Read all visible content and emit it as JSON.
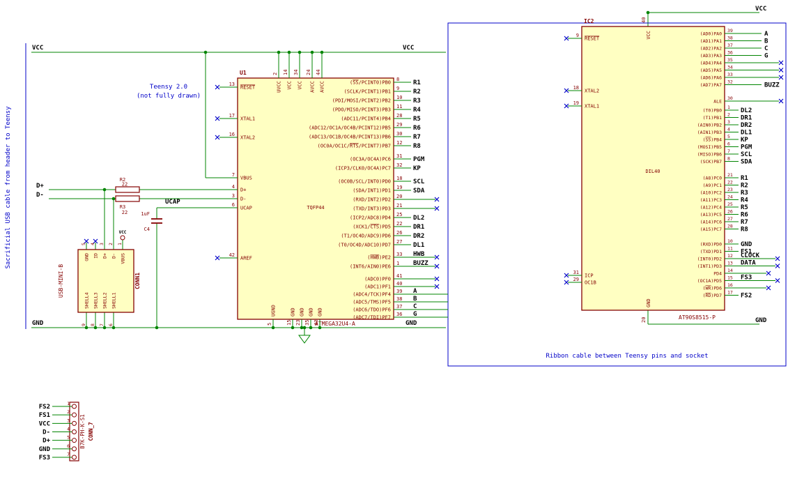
{
  "colors": {
    "wire": "#008400",
    "component": "#840000",
    "body_fill": "#ffffc2",
    "label": "#000000",
    "note": "#0000c8",
    "nc": "#0000c8"
  },
  "notes": {
    "left_vertical": "Sacrificial USB cable from header to Teensy",
    "teensy_line1": "Teensy 2.0",
    "teensy_line2": "(not fully drawn)",
    "ribbon": "Ribbon cable between Teensy pins and socket"
  },
  "net_labels": {
    "vcc": "VCC",
    "gnd": "GND",
    "dplus": "D+",
    "dminus": "D-",
    "ucap": "UCAP"
  },
  "u1": {
    "ref": "U1",
    "value": "TQFP44",
    "part": "ATMEGA32U4-A",
    "left_pins": [
      {
        "num": "13",
        "name": "~RESET~",
        "nc": true
      },
      {
        "num": "17",
        "name": "XTAL1",
        "nc": true
      },
      {
        "num": "16",
        "name": "XTAL2",
        "nc": true
      },
      {
        "num": "7",
        "name": "VBUS"
      },
      {
        "num": "4",
        "name": "D+"
      },
      {
        "num": "3",
        "name": "D-"
      },
      {
        "num": "6",
        "name": "UCAP"
      },
      {
        "num": "42",
        "name": "AREF",
        "nc": true
      }
    ],
    "top_pins": [
      {
        "num": "2",
        "name": "UVCC"
      },
      {
        "num": "14",
        "name": "VCC"
      },
      {
        "num": "34",
        "name": "VCC"
      },
      {
        "num": "24",
        "name": "AVCC"
      },
      {
        "num": "44",
        "name": "AVCC"
      }
    ],
    "bottom_pins": [
      {
        "num": "5",
        "name": "UGND"
      },
      {
        "num": "15",
        "name": "GND"
      },
      {
        "num": "23",
        "name": "GND"
      },
      {
        "num": "35",
        "name": "GND"
      },
      {
        "num": "43",
        "name": "GND"
      }
    ],
    "right_groups": [
      {
        "pins": [
          {
            "num": "8",
            "name": "(~SS~/PCINT0)PB0",
            "label": "R1"
          },
          {
            "num": "9",
            "name": "(SCLK/PCINT1)PB1",
            "label": "R2"
          },
          {
            "num": "10",
            "name": "(PDI/MOSI/PCINT2)PB2",
            "label": "R3"
          },
          {
            "num": "11",
            "name": "(PDO/MISO/PCINT3)PB3",
            "label": "R4"
          },
          {
            "num": "28",
            "name": "(ADC11/PCINT4)PB4",
            "label": "R5"
          },
          {
            "num": "29",
            "name": "(ADC12/OC1A/OC4B/PCINT12)PB5",
            "label": "R6"
          },
          {
            "num": "30",
            "name": "(ADC13/OC1B/OC4B/PCINT13)PB6",
            "label": "R7"
          },
          {
            "num": "12",
            "name": "(OC0A/OC1C/~RTS~/PCINT7)PB7",
            "label": "R8"
          }
        ]
      },
      {
        "pins": [
          {
            "num": "31",
            "name": "(OC3A/OC4A)PC6",
            "label": "PGM"
          },
          {
            "num": "32",
            "name": "(ICP3/CLK0/OC4A)PC7",
            "label": "KP"
          }
        ]
      },
      {
        "pins": [
          {
            "num": "18",
            "name": "(OC0B/SCL/INT0)PD0",
            "label": "SCL"
          },
          {
            "num": "19",
            "name": "(SDA/INT1)PD1",
            "label": "SDA"
          },
          {
            "num": "20",
            "name": "(RXD/INT2)PD2",
            "nc": true
          },
          {
            "num": "21",
            "name": "(TXD/INT3)PD3",
            "nc": true
          },
          {
            "num": "25",
            "name": "(ICP2/ADC8)PD4",
            "label": "DL2"
          },
          {
            "num": "22",
            "name": "(XCK1/~CTS~)PD5",
            "label": "DR1"
          },
          {
            "num": "26",
            "name": "(T1/OC4D/ADC9)PD6",
            "label": "DR2"
          },
          {
            "num": "27",
            "name": "(T0/OC4D/ADC10)PD7",
            "label": "DL1"
          }
        ]
      },
      {
        "pins": [
          {
            "num": "33",
            "name": "(~HWB~)PE2",
            "label": "HWB",
            "nc": true
          },
          {
            "num": "1",
            "name": "(INT6/AIN0)PE6",
            "label": "BUZZ",
            "nc": true
          }
        ]
      },
      {
        "pins": [
          {
            "num": "41",
            "name": "(ADC0)PF0",
            "nc": true
          },
          {
            "num": "40",
            "name": "(ADC1)PF1",
            "nc": true
          },
          {
            "num": "39",
            "name": "(ADC4/TCK)PF4",
            "label": "A",
            "ext": true
          },
          {
            "num": "38",
            "name": "(ADC5/TMS)PF5",
            "label": "B",
            "ext": true
          },
          {
            "num": "37",
            "name": "(ADC6/TDO)PF6",
            "label": "C",
            "ext": true
          },
          {
            "num": "36",
            "name": "(ADC7/TDI)PF7",
            "label": "G",
            "ext": true
          }
        ]
      }
    ]
  },
  "ic2": {
    "ref": "IC2",
    "value": "DIL40",
    "part": "AT90S8515-P",
    "left_pins": [
      {
        "num": "9",
        "name": "~RESET~",
        "nc": true
      },
      {
        "num": "18",
        "name": "XTAL2",
        "nc": true
      },
      {
        "num": "19",
        "name": "XTAL1",
        "nc": true
      },
      {
        "num": "31",
        "name": "ICP",
        "nc": true
      },
      {
        "num": "29",
        "name": "OC1B",
        "nc": true
      }
    ],
    "top_pin": {
      "num": "40",
      "name": "VCC"
    },
    "bottom_pin": {
      "num": "20",
      "name": "GND"
    },
    "right_groups": [
      {
        "pins": [
          {
            "num": "39",
            "name": "(AD0)PA0",
            "label": "A",
            "far": true
          },
          {
            "num": "38",
            "name": "(AD1)PA1",
            "label": "B",
            "far": true
          },
          {
            "num": "37",
            "name": "(AD2)PA2",
            "label": "C",
            "far": true
          },
          {
            "num": "36",
            "name": "(AD3)PA3",
            "label": "G",
            "far": true
          },
          {
            "num": "35",
            "name": "(AD4)PA4",
            "nc": "far"
          },
          {
            "num": "34",
            "name": "(AD5)PA5",
            "nc": "far"
          },
          {
            "num": "33",
            "name": "(AD6)PA6",
            "nc": "far"
          },
          {
            "num": "32",
            "name": "(AD7)PA7",
            "label": "BUZZ",
            "far": true
          }
        ]
      },
      {
        "pins": [
          {
            "num": "30",
            "name": "ALE",
            "nc": "far"
          }
        ]
      },
      {
        "pins": [
          {
            "num": "1",
            "name": "(T0)PB0",
            "label": "DL2"
          },
          {
            "num": "2",
            "name": "(T1)PB1",
            "label": "DR1"
          },
          {
            "num": "3",
            "name": "(AIN0)PB2",
            "label": "DR2"
          },
          {
            "num": "4",
            "name": "(AIN1)PB3",
            "label": "DL1"
          },
          {
            "num": "5",
            "name": "(~SS~)PB4",
            "label": "KP"
          },
          {
            "num": "6",
            "name": "(MOSI)PB5",
            "label": "PGM"
          },
          {
            "num": "7",
            "name": "(MISO)PB6",
            "label": "SCL"
          },
          {
            "num": "8",
            "name": "(SCK)PB7",
            "label": "SDA"
          }
        ]
      },
      {
        "pins": [
          {
            "num": "21",
            "name": "(A8)PC0",
            "label": "R1"
          },
          {
            "num": "22",
            "name": "(A9)PC1",
            "label": "R2"
          },
          {
            "num": "23",
            "name": "(A10)PC2",
            "label": "R3"
          },
          {
            "num": "24",
            "name": "(A11)PC3",
            "label": "R4"
          },
          {
            "num": "25",
            "name": "(A12)PC4",
            "label": "R5"
          },
          {
            "num": "26",
            "name": "(A13)PC5",
            "label": "R6"
          },
          {
            "num": "27",
            "name": "(A14)PC6",
            "label": "R7"
          },
          {
            "num": "28",
            "name": "(A15)PC7",
            "label": "R8"
          }
        ]
      },
      {
        "pins": [
          {
            "num": "10",
            "name": "(RXD)PD0",
            "label": "GND"
          },
          {
            "num": "11",
            "name": "(TXD)PD1",
            "label": "FS1"
          },
          {
            "num": "12",
            "name": "(INT0)PD2",
            "label": "CLOCK",
            "nc": "mid"
          },
          {
            "num": "13",
            "name": "(INT1)PD3",
            "label": "DATA",
            "nc": "mid"
          },
          {
            "num": "14",
            "name": "PD4",
            "nc": "short"
          },
          {
            "num": "15",
            "name": "(OC1A)PD5",
            "label": "FS3",
            "nc": "mid"
          },
          {
            "num": "16",
            "name": "(~WR~)PD6",
            "nc": "short"
          },
          {
            "num": "17",
            "name": "(~RD~)PD7",
            "label": "FS2"
          }
        ]
      }
    ]
  },
  "conn1": {
    "ref": "CONN1",
    "value": "USB-MINI-B",
    "power_flag": "VCC",
    "top_pins": [
      {
        "num": "5",
        "name": "GND",
        "nc": true
      },
      {
        "num": "4",
        "name": "ID",
        "nc": true
      },
      {
        "num": "3",
        "name": "D+"
      },
      {
        "num": "2",
        "name": "D-"
      },
      {
        "num": "1",
        "name": "VBUS"
      }
    ],
    "bottom_pins": [
      {
        "num": "9",
        "name": "SHELL4"
      },
      {
        "num": "8",
        "name": "SHELL3"
      },
      {
        "num": "7",
        "name": "SHELL2"
      },
      {
        "num": "6",
        "name": "SHELL1"
      }
    ]
  },
  "conn7": {
    "ref": "CONN_7",
    "value": "B7K-PH-K-S1",
    "pins": [
      {
        "num": "1",
        "label": "FS2"
      },
      {
        "num": "2",
        "label": "FS1"
      },
      {
        "num": "3",
        "label": "VCC"
      },
      {
        "num": "4",
        "label": "D-"
      },
      {
        "num": "5",
        "label": "D+"
      },
      {
        "num": "6",
        "label": "GND"
      },
      {
        "num": "7",
        "label": "FS3"
      }
    ]
  },
  "r2": {
    "ref": "R2",
    "value": "22"
  },
  "r3": {
    "ref": "R3",
    "value": "22"
  },
  "c4": {
    "ref": "C4",
    "value": "1uF"
  }
}
